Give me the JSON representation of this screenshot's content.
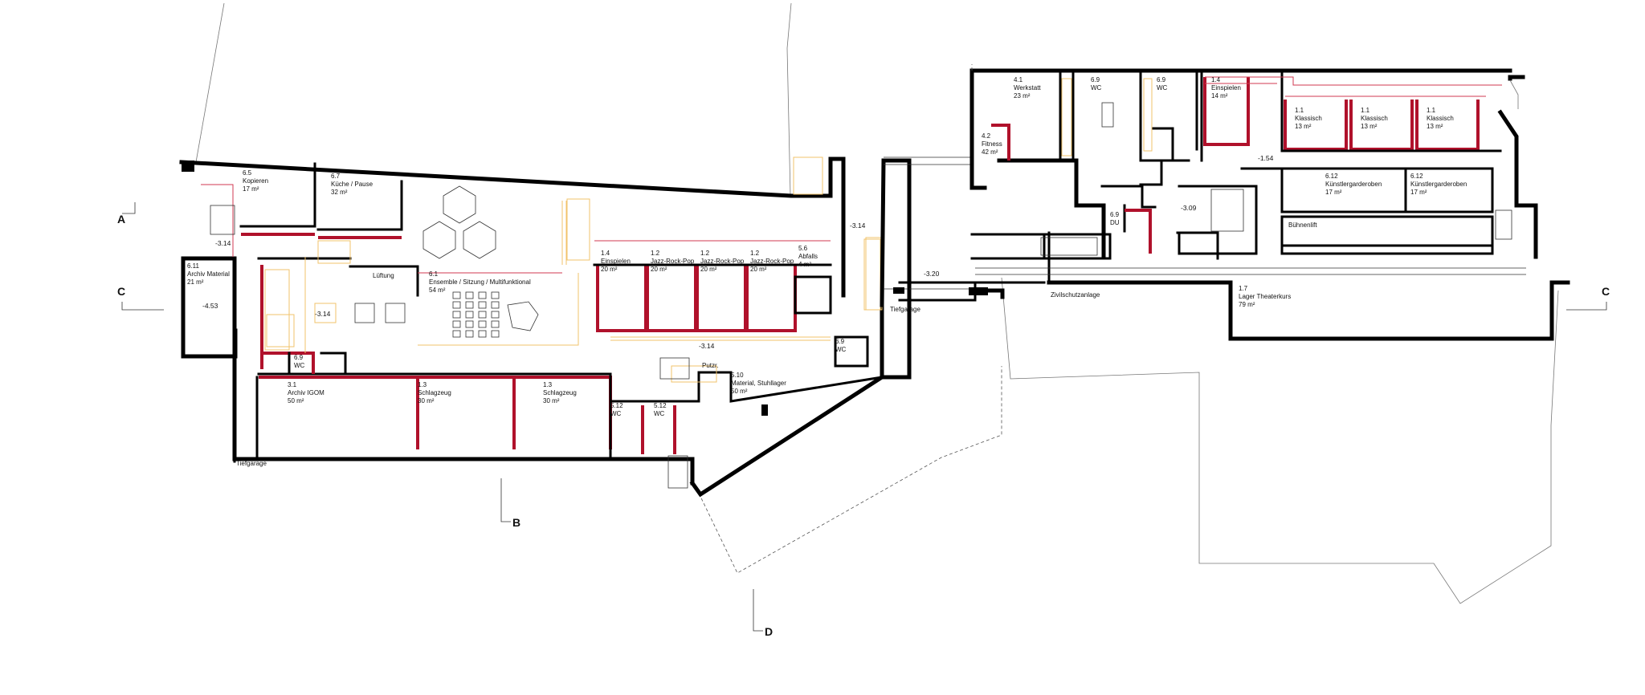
{
  "rooms": [
    {
      "id": "r65",
      "num": "6.5",
      "name": "Kopieren",
      "area": "17 m²"
    },
    {
      "id": "r67",
      "num": "6.7",
      "name": "Küche / Pause",
      "area": "32 m²"
    },
    {
      "id": "r611",
      "num": "6.11",
      "name": "Archiv Material",
      "area": "21 m²"
    },
    {
      "id": "r61",
      "num": "6.1",
      "name": "Ensemble / Sitzung / Multifunktional",
      "area": "54 m²"
    },
    {
      "id": "r14a",
      "num": "1.4",
      "name": "Einspielen",
      "area": "20 m²"
    },
    {
      "id": "r12a",
      "num": "1.2",
      "name": "Jazz-Rock-Pop",
      "area": "20 m²"
    },
    {
      "id": "r12b",
      "num": "1.2",
      "name": "Jazz-Rock-Pop",
      "area": "20 m²"
    },
    {
      "id": "r12c",
      "num": "1.2",
      "name": "Jazz-Rock-Pop",
      "area": "20 m²"
    },
    {
      "id": "r56",
      "num": "5.6",
      "name": "Abfalls",
      "area": "4 m²"
    },
    {
      "id": "r69a",
      "num": "6.9",
      "name": "WC",
      "area": ""
    },
    {
      "id": "r31",
      "num": "3.1",
      "name": "Archiv IGOM",
      "area": "50 m²"
    },
    {
      "id": "r13a",
      "num": "1.3",
      "name": "Schlagzeug",
      "area": "30 m²"
    },
    {
      "id": "r13b",
      "num": "1.3",
      "name": "Schlagzeug",
      "area": "30 m²"
    },
    {
      "id": "r512a",
      "num": "5.12",
      "name": "WC",
      "area": ""
    },
    {
      "id": "r512b",
      "num": "5.12",
      "name": "WC",
      "area": ""
    },
    {
      "id": "r510",
      "num": "5.10",
      "name": "Material, Stuhllager",
      "area": "50 m²"
    },
    {
      "id": "r69b",
      "num": "6.9",
      "name": "WC",
      "area": ""
    },
    {
      "id": "r41",
      "num": "4.1",
      "name": "Werkstatt",
      "area": "23 m²"
    },
    {
      "id": "r42",
      "num": "4.2",
      "name": "Fitness",
      "area": "42 m²"
    },
    {
      "id": "r69c",
      "num": "6.9",
      "name": "WC",
      "area": ""
    },
    {
      "id": "r69d",
      "num": "6.9",
      "name": "WC",
      "area": ""
    },
    {
      "id": "r14b",
      "num": "1.4",
      "name": "Einspielen",
      "area": "14 m²"
    },
    {
      "id": "r11a",
      "num": "1.1",
      "name": "Klassisch",
      "area": "13 m²"
    },
    {
      "id": "r11b",
      "num": "1.1",
      "name": "Klassisch",
      "area": "13 m²"
    },
    {
      "id": "r11c",
      "num": "1.1",
      "name": "Klassisch",
      "area": "13 m²"
    },
    {
      "id": "r612a",
      "num": "6.12",
      "name": "Künstlergarderoben",
      "area": "17 m²"
    },
    {
      "id": "r612b",
      "num": "6.12",
      "name": "Künstlergarderoben",
      "area": "17 m²"
    },
    {
      "id": "r69e",
      "num": "6.9",
      "name": "DU",
      "area": ""
    },
    {
      "id": "r17",
      "num": "1.7",
      "name": "Lager Theaterkurs",
      "area": "79 m²"
    }
  ],
  "levels": [
    "-3.14",
    "-4.53",
    "-3.14",
    "-3.14",
    "-3.14",
    "-3.20",
    "-1.54",
    "-3.09"
  ],
  "tags": {
    "lueftung": "Lüftung",
    "putzr": "Putzr.",
    "tiefgarage_1": "Tiefgarage",
    "tiefgarage_2": "Tiefgarage",
    "zivilschutz": "Zivilschutzanlage",
    "buehnenlift": "Bühnenlift"
  },
  "section_markers": {
    "a": "A",
    "c_left": "C",
    "c_right": "C",
    "b": "B",
    "d": "D"
  },
  "colors": {
    "wall": "#000000",
    "new_wall": "#b0112b",
    "furniture": "#f2c36b"
  }
}
